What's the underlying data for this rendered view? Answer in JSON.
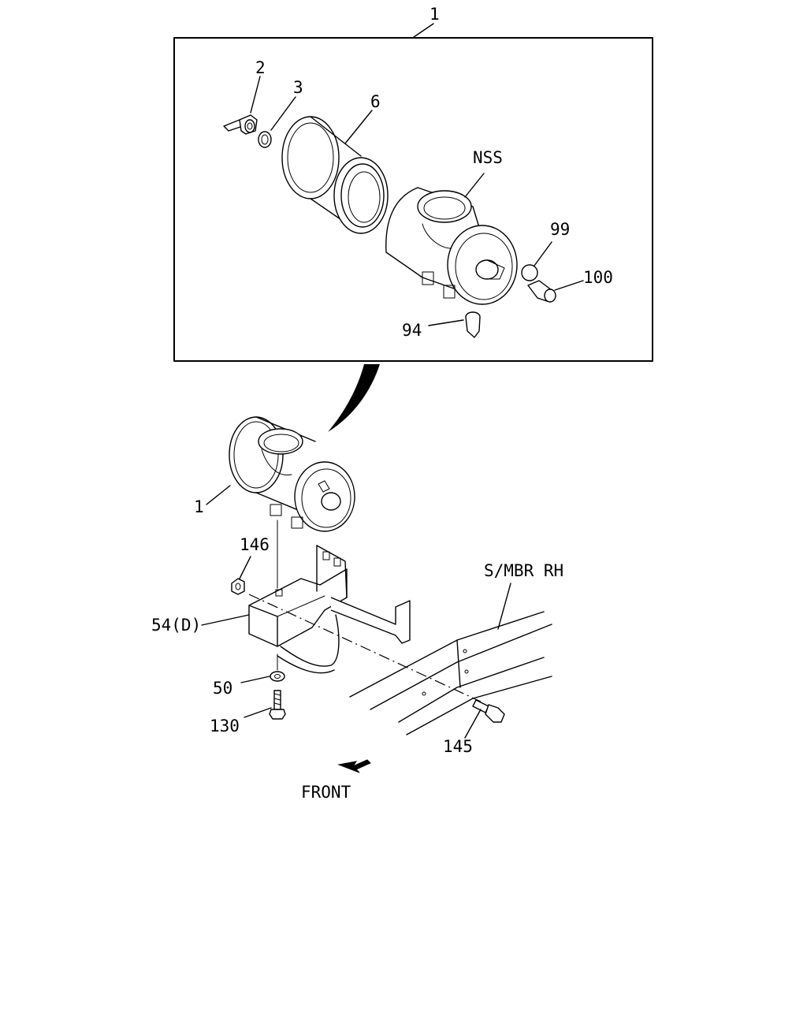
{
  "labels": {
    "assembly_top": "1",
    "wing_nut": "2",
    "washer": "3",
    "element": "6",
    "housing_nss": "NSS",
    "cap": "99",
    "valve": "100",
    "indicator": "94",
    "assembly_bottom": "1",
    "nut": "146",
    "bracket": "54(D)",
    "washer_lower": "50",
    "bolt_lower": "130",
    "frame_ref": "S/MBR RH",
    "bolt_frame": "145",
    "front": "FRONT"
  }
}
